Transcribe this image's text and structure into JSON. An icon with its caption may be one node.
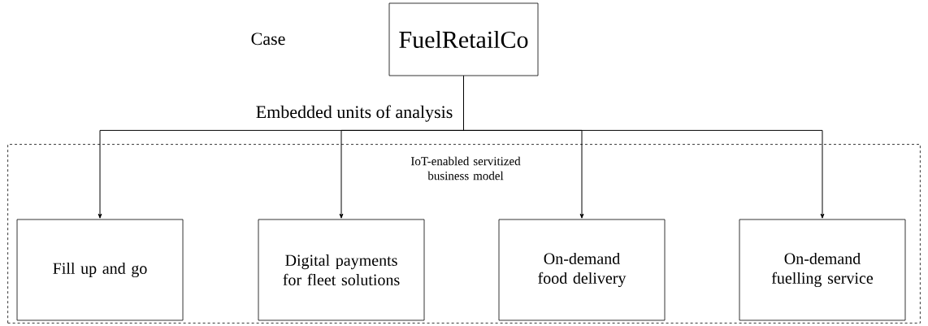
{
  "diagram": {
    "nodes": [
      {
        "text": [
          "FuelRetailCo"
        ]
      },
      {
        "text": [
          "IoT-enabled servitized business model"
        ]
      },
      {
        "text": [
          "Fill up and go"
        ],
        "in": 1
      },
      {
        "text": [
          "Digital payments for fleet solutions"
        ],
        "in": 1
      },
      {
        "text": [
          "On-demand food delivery"
        ],
        "in": 1
      },
      {
        "text": [
          "On-demand fuelling service"
        ],
        "in": 1
      }
    ],
    "edges": [
      {
        "from": 0,
        "to": 2,
        "arrow": "to"
      },
      {
        "from": 0,
        "to": 3,
        "arrow": "to"
      },
      {
        "from": 0,
        "to": 4,
        "arrow": "to"
      },
      {
        "from": 0,
        "to": 5,
        "arrow": "to"
      }
    ],
    "labels": [
      "Case",
      "Embedded units of analysis"
    ]
  }
}
